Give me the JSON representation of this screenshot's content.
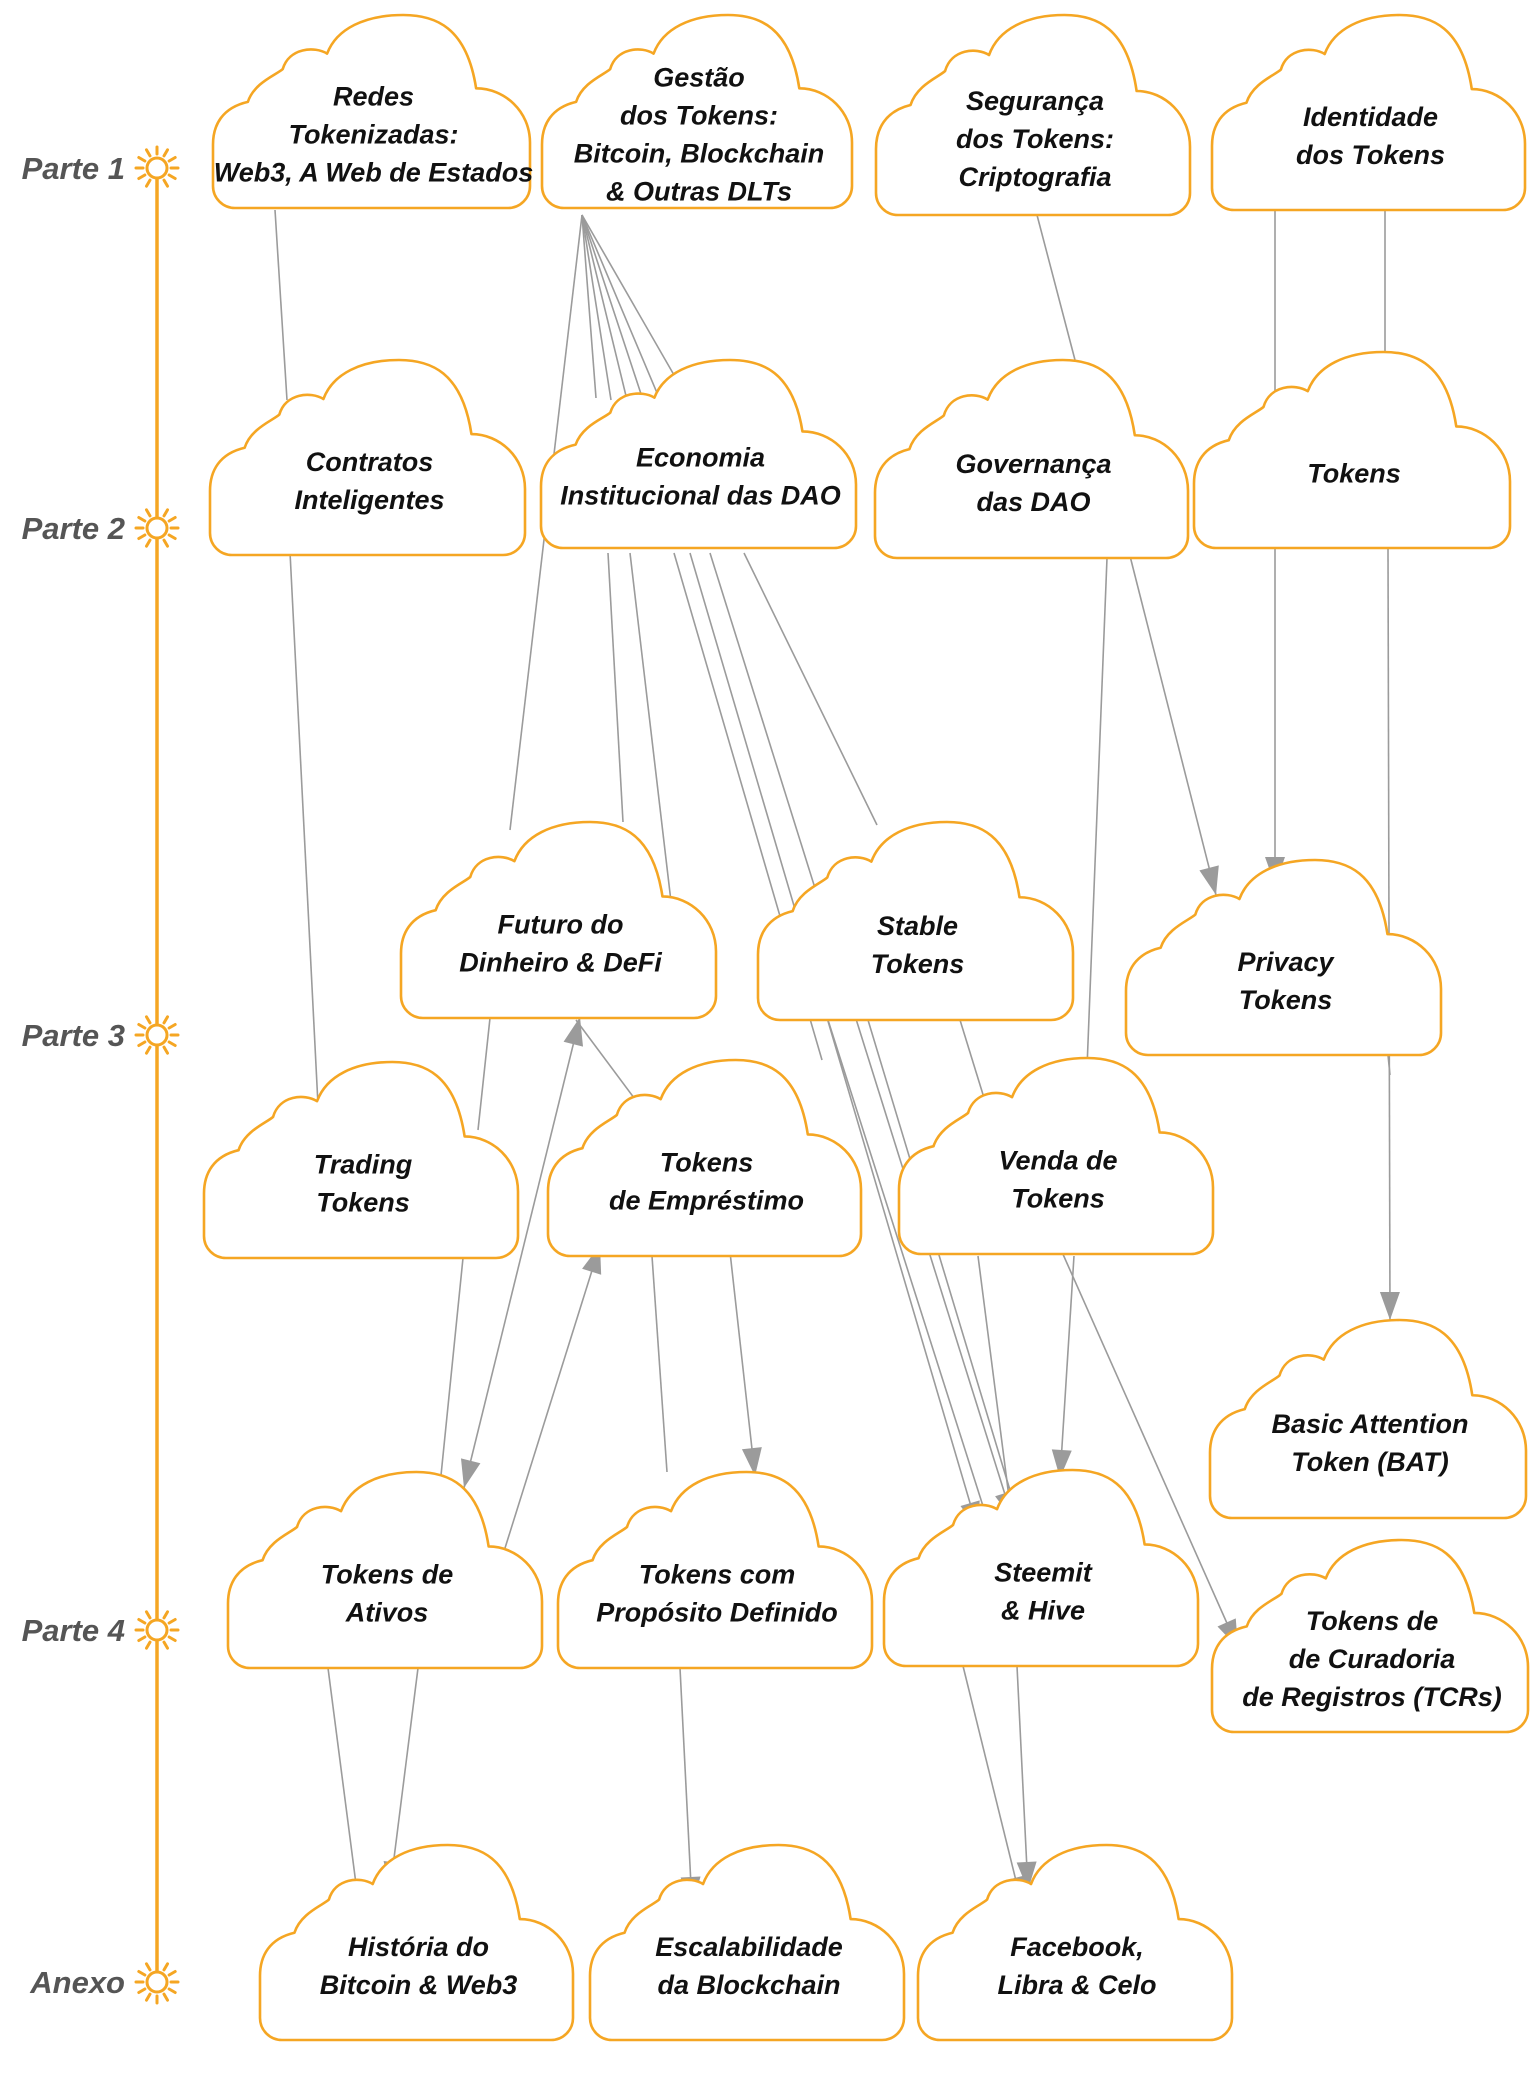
{
  "colors": {
    "accent": "#F5A623",
    "edge": "#9B9B9B",
    "arrowhead": "#9B9B9B",
    "text": "#111111",
    "part_text": "#555555"
  },
  "timeline": {
    "icon": "sun-icon",
    "parts": [
      {
        "label": "Parte 1"
      },
      {
        "label": "Parte 2"
      },
      {
        "label": "Parte 3"
      },
      {
        "label": "Parte 4"
      },
      {
        "label": "Anexo"
      }
    ]
  },
  "nodes": {
    "redes": {
      "lines": [
        "Redes",
        "Tokenizadas:",
        "Web3, A Web de Estados"
      ]
    },
    "gestao": {
      "lines": [
        "Gestão",
        "dos Tokens:",
        "Bitcoin, Blockchain",
        "&  Outras DLTs"
      ]
    },
    "seguranca": {
      "lines": [
        "Segurança",
        "dos Tokens:",
        "Criptografia"
      ]
    },
    "identidade": {
      "lines": [
        "Identidade",
        "dos Tokens"
      ]
    },
    "contratos": {
      "lines": [
        "Contratos",
        "Inteligentes"
      ]
    },
    "economia": {
      "lines": [
        "Economia",
        "Institucional das DAO"
      ]
    },
    "governanca": {
      "lines": [
        "Governança",
        "das DAO"
      ]
    },
    "tokens": {
      "lines": [
        "Tokens"
      ]
    },
    "futuro": {
      "lines": [
        "Futuro do",
        "Dinheiro & DeFi"
      ]
    },
    "stable": {
      "lines": [
        "Stable",
        "Tokens"
      ]
    },
    "privacy": {
      "lines": [
        "Privacy",
        "Tokens"
      ]
    },
    "trading": {
      "lines": [
        "Trading",
        "Tokens"
      ]
    },
    "emprestimo": {
      "lines": [
        "Tokens",
        "de Empréstimo"
      ]
    },
    "venda": {
      "lines": [
        "Venda de",
        "Tokens"
      ]
    },
    "bat": {
      "lines": [
        "Basic Attention",
        "Token (BAT)"
      ]
    },
    "ativos": {
      "lines": [
        "Tokens de",
        "Ativos"
      ]
    },
    "proposito": {
      "lines": [
        "Tokens com",
        "Propósito Definido"
      ]
    },
    "steemit": {
      "lines": [
        "Steemit",
        "& Hive"
      ]
    },
    "tcr": {
      "lines": [
        "Tokens de",
        "de Curadoria",
        "de Registros (TCRs)"
      ]
    },
    "historia": {
      "lines": [
        "História do",
        "Bitcoin &  Web3"
      ]
    },
    "escalabilidade": {
      "lines": [
        "Escalabilidade",
        "da Blockchain"
      ]
    },
    "facebook": {
      "lines": [
        "Facebook,",
        "Libra & Celo"
      ]
    }
  }
}
